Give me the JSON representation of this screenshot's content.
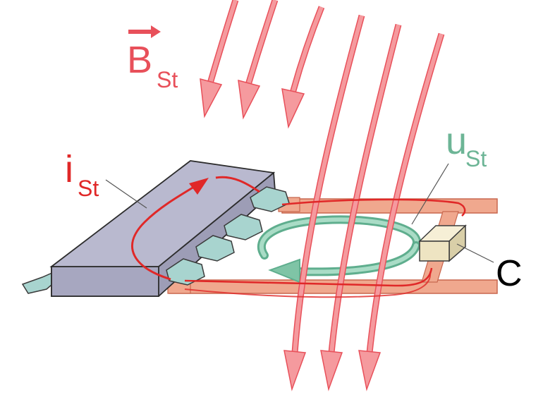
{
  "labels": {
    "field": {
      "symbol": "B",
      "subscript": "St"
    },
    "current": {
      "symbol": "i",
      "subscript": "St"
    },
    "voltage": {
      "symbol": "u",
      "subscript": "St"
    },
    "capacitor": "C"
  },
  "colors": {
    "field": "#e8505a",
    "field_fill": "#f59a9e",
    "current": "#e02828",
    "voltage": "#5fae8e",
    "voltage_fill": "#7fc4a6",
    "chip_top": "#b9b9cf",
    "chip_side": "#9d9db6",
    "trace": "#f0a88e",
    "trace_edge": "#c8674e",
    "pin": "#a8d4cf",
    "capacitor": "#eee4c2"
  }
}
